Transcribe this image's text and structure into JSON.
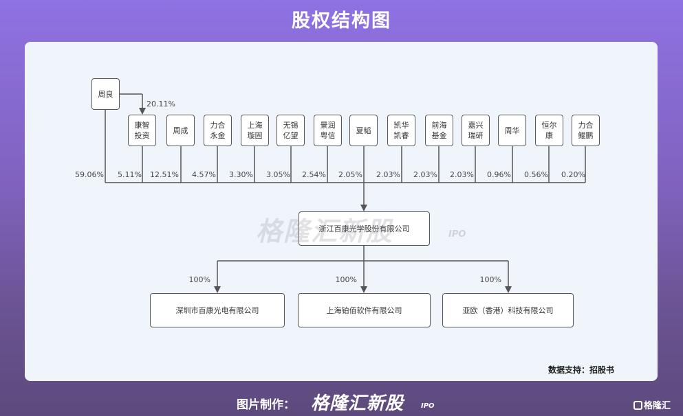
{
  "title": "股权结构图",
  "top_holder": {
    "name": "周良",
    "pct_to_kangzhi": "20.11%"
  },
  "shareholders": [
    {
      "name": "周良",
      "pct": "59.06%"
    },
    {
      "name": "康智\n投资",
      "pct": "5.11%"
    },
    {
      "name": "周成",
      "pct": "12.51%"
    },
    {
      "name": "力合\n永金",
      "pct": "4.57%"
    },
    {
      "name": "上海\n璇固",
      "pct": "3.30%"
    },
    {
      "name": "无锡\n亿望",
      "pct": "3.05%"
    },
    {
      "name": "景润\n粤信",
      "pct": "2.54%"
    },
    {
      "name": "夏韬",
      "pct": "2.05%"
    },
    {
      "name": "凯华\n凯睿",
      "pct": "2.03%"
    },
    {
      "name": "前海\n基金",
      "pct": "2.03%"
    },
    {
      "name": "嘉兴\n瑞研",
      "pct": "2.03%"
    },
    {
      "name": "周华",
      "pct": "0.96%"
    },
    {
      "name": "恒尔\n康",
      "pct": "0.56%"
    },
    {
      "name": "力合\n鲲鹏",
      "pct": "0.20%"
    }
  ],
  "company": "浙江百康光学股份有限公司",
  "subsidiaries": [
    {
      "name": "深圳市百康光电有限公司",
      "pct": "100%"
    },
    {
      "name": "上海铂佰软件有限公司",
      "pct": "100%"
    },
    {
      "name": "亚欧（香港）科技有限公司",
      "pct": "100%"
    }
  ],
  "watermark": "格隆汇新股",
  "watermark_ipo": "IPO",
  "source": "数据支持：招股书",
  "footer": {
    "label": "图片制作：",
    "brand": "格隆汇新股",
    "ipo": "IPO",
    "logo": "格隆汇"
  }
}
